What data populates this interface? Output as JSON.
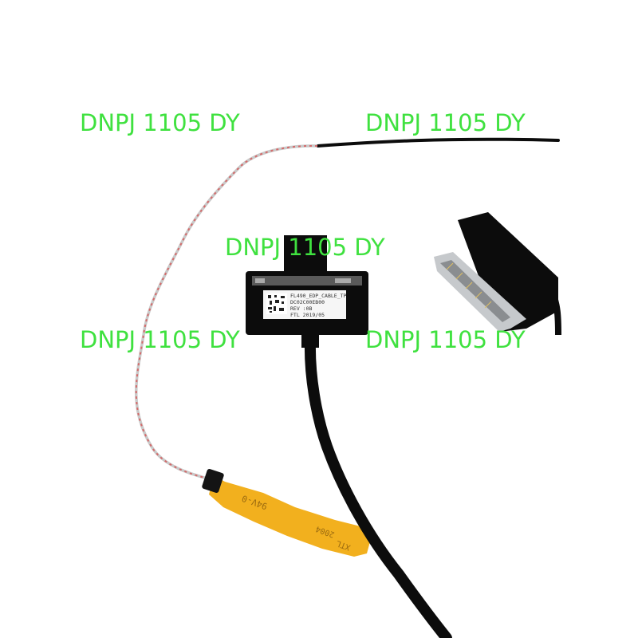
{
  "colors": {
    "background": "#ffffff",
    "watermark": "#3fe13f",
    "cable": "#0c0c0c",
    "flex_pcb": "#f2b01e",
    "flex_text": "#9a6a10",
    "label_paper": "#f6f6f6",
    "twisted_wire_a": "#c9c9c9",
    "twisted_wire_b": "#d46a6a",
    "connector_metal": "#c6c9cc"
  },
  "watermarks": [
    {
      "text": "DNPJ 1105 DY"
    },
    {
      "text": "DNPJ 1105 DY"
    },
    {
      "text": "DNPJ 1105 DY"
    },
    {
      "text": "DNPJ 1105 DY"
    },
    {
      "text": "DNPJ 1105 DY"
    }
  ],
  "cable_label": {
    "lines": [
      "FL490_EDP_CABLE_TP",
      "DC02C00EB00",
      "REV :0B",
      "FTL 2019/05"
    ]
  },
  "flex_pcb_markings": {
    "lines": [
      "94V-0",
      "2004",
      "XTL"
    ]
  }
}
